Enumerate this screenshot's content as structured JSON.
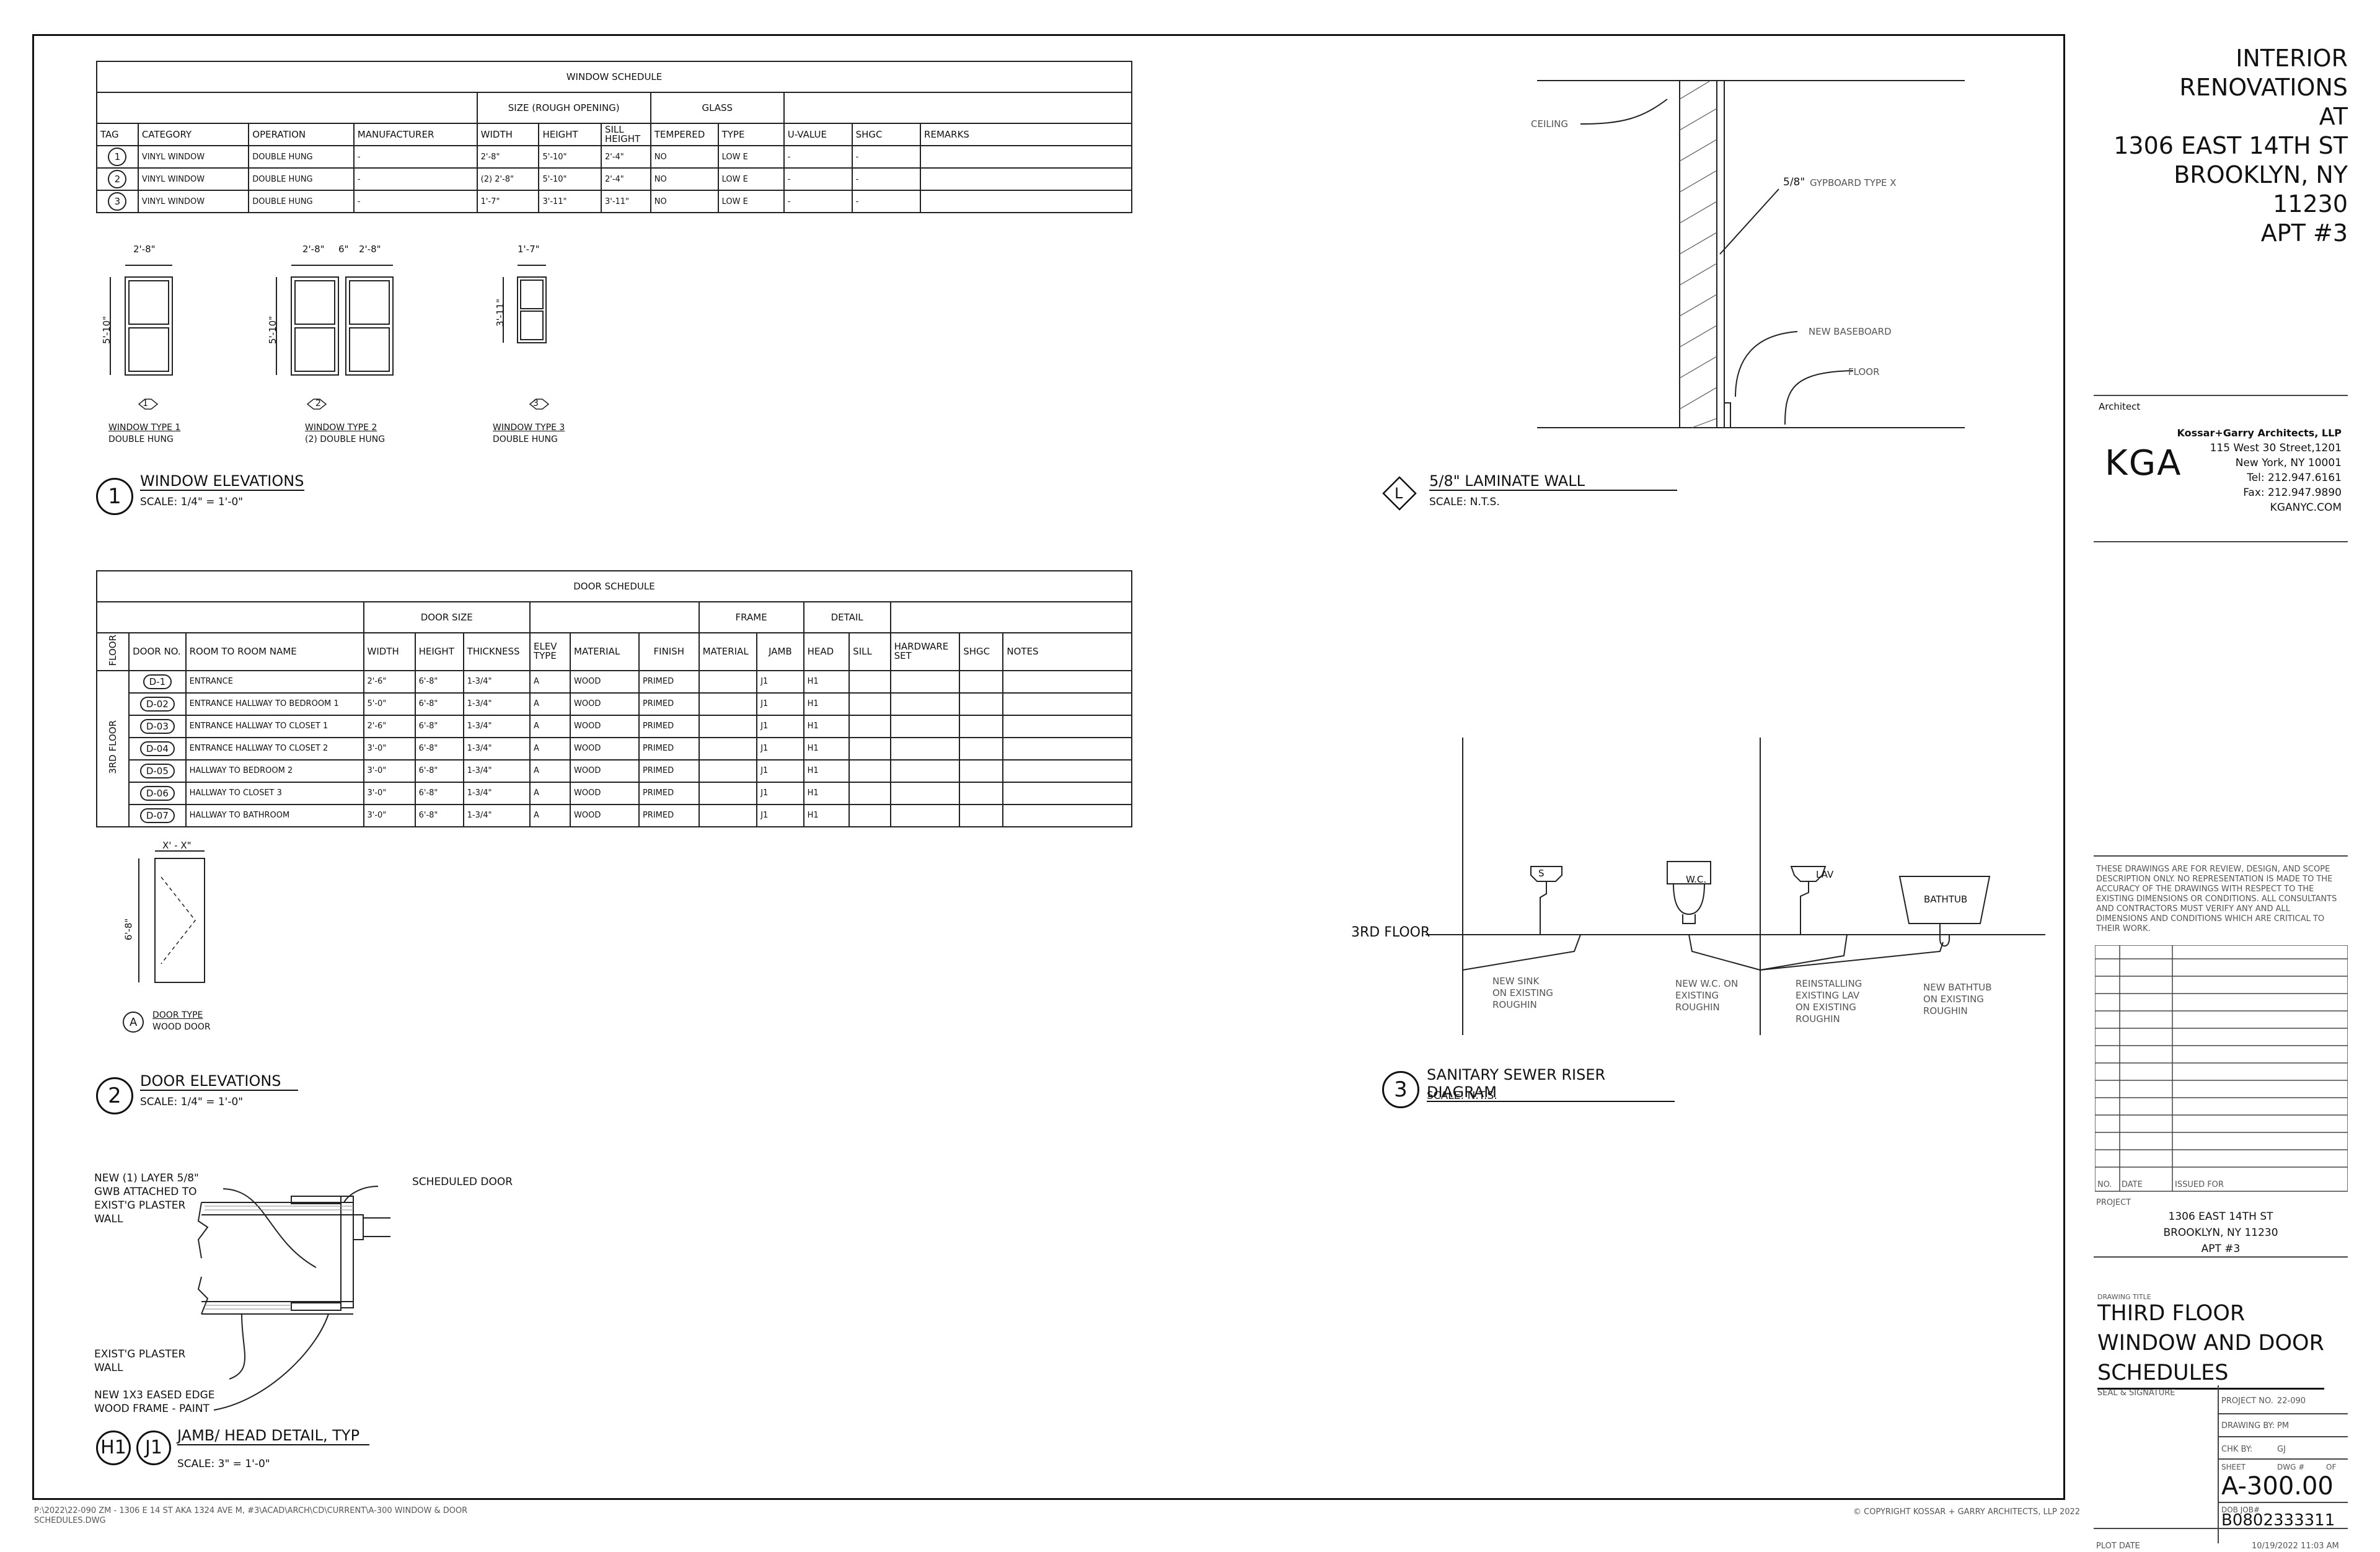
{
  "project_header": [
    "INTERIOR RENOVATIONS",
    "AT",
    "1306 EAST 14TH ST",
    "BROOKLYN, NY 11230",
    "APT #3"
  ],
  "architect": {
    "label": "Architect",
    "logo": "KGA",
    "lines": [
      "Kossar+Garry Architects, LLP",
      "115 West 30 Street,1201",
      "New York, NY  10001",
      "Tel: 212.947.6161",
      "Fax: 212.947.9890",
      "KGANYC.COM"
    ]
  },
  "disclaimer": "THESE DRAWINGS ARE FOR REVIEW, DESIGN, AND SCOPE DESCRIPTION ONLY.  NO REPRESENTATION IS MADE TO THE ACCURACY OF THE DRAWINGS WITH RESPECT TO THE EXISTING DIMENSIONS OR CONDITIONS.  ALL CONSULTANTS AND CONTRACTORS MUST VERIFY ANY AND ALL DIMENSIONS AND CONDITIONS WHICH ARE CRITICAL TO THEIR WORK.",
  "issue_table": {
    "no": "NO.",
    "date": "DATE",
    "issued_for": "ISSUED FOR"
  },
  "project_block": {
    "label": "PROJECT",
    "lines": [
      "1306 EAST 14TH ST",
      "BROOKLYN, NY 11230",
      "APT #3"
    ]
  },
  "drawing_title": {
    "label": "DRAWING TITLE",
    "lines": [
      "THIRD FLOOR",
      "WINDOW AND DOOR",
      "SCHEDULES"
    ]
  },
  "seal_label": "SEAL & SIGNATURE",
  "project_no": {
    "label": "PROJECT NO.",
    "value": "22-090"
  },
  "drawing_by": {
    "label": "DRAWING BY:",
    "value": "PM"
  },
  "chk_by": {
    "label": "CHK BY:",
    "value": "GJ"
  },
  "sheet": {
    "label": "SHEET",
    "dwg": "DWG #",
    "of": "OF",
    "number": "A-300.00"
  },
  "dob": {
    "label": "DOB JOB#",
    "value": "B0802333311"
  },
  "plot": {
    "label": "PLOT DATE",
    "value": "10/19/2022 11:03 AM"
  },
  "footer_path": "P:\\2022\\22-090 ZM - 1306 E 14 ST AKA 1324 AVE M, #3\\ACAD\\ARCH\\CD\\CURRENT\\A-300 WINDOW & DOOR SCHEDULES.DWG",
  "copyright": "© COPYRIGHT KOSSAR + GARRY ARCHITECTS, LLP 2022",
  "window_schedule": {
    "title": "WINDOW SCHEDULE",
    "group_size": "SIZE (ROUGH OPENING)",
    "group_glass": "GLASS",
    "headers": [
      "TAG",
      "CATEGORY",
      "OPERATION",
      "MANUFACTURER",
      "WIDTH",
      "HEIGHT",
      "SILL HEIGHT",
      "TEMPERED",
      "TYPE",
      "U-VALUE",
      "SHGC",
      "REMARKS"
    ],
    "rows": [
      [
        "1",
        "VINYL WINDOW",
        "DOUBLE HUNG",
        "-",
        "2'-8\"",
        "5'-10\"",
        "2'-4\"",
        "NO",
        "LOW E",
        "-",
        "-",
        ""
      ],
      [
        "2",
        "VINYL WINDOW",
        "DOUBLE HUNG",
        "-",
        "(2) 2'-8\"",
        "5'-10\"",
        "2'-4\"",
        "NO",
        "LOW E",
        "-",
        "-",
        ""
      ],
      [
        "3",
        "VINYL WINDOW",
        "DOUBLE HUNG",
        "-",
        "1'-7\"",
        "3'-11\"",
        "3'-11\"",
        "NO",
        "LOW E",
        "-",
        "-",
        ""
      ]
    ]
  },
  "window_elev": {
    "dims": {
      "w1": "2'-8\"",
      "h1": "5'-10\"",
      "w2a": "2'-8\"",
      "w2gap": "6\"",
      "w2b": "2'-8\"",
      "h2": "5'-10\"",
      "w3": "1'-7\"",
      "h3": "3'-11\""
    },
    "tags": [
      "1",
      "2",
      "3"
    ],
    "types": [
      {
        "name": "WINDOW TYPE 1",
        "desc": "DOUBLE HUNG"
      },
      {
        "name": "WINDOW TYPE 2",
        "desc": "(2) DOUBLE HUNG"
      },
      {
        "name": "WINDOW TYPE 3",
        "desc": "DOUBLE HUNG"
      }
    ],
    "num": "1",
    "title": "WINDOW ELEVATIONS",
    "scale": "SCALE: 1/4\" = 1'-0\""
  },
  "door_schedule": {
    "title": "DOOR SCHEDULE",
    "group_size": "DOOR SIZE",
    "group_frame": "FRAME",
    "group_detail": "DETAIL",
    "headers": [
      "FLOOR",
      "DOOR NO.",
      "ROOM TO ROOM NAME",
      "WIDTH",
      "HEIGHT",
      "THICKNESS",
      "ELEV TYPE",
      "MATERIAL",
      "FINISH",
      "MATERIAL",
      "JAMB",
      "HEAD",
      "SILL",
      "HARDWARE SET",
      "SHGC",
      "NOTES"
    ],
    "floor": "3RD FLOOR",
    "rows": [
      [
        "D-1",
        "ENTRANCE",
        "2'-6\"",
        "6'-8\"",
        "1-3/4\"",
        "A",
        "WOOD",
        "PRIMED",
        "",
        "J1",
        "H1",
        "",
        "",
        "",
        ""
      ],
      [
        "D-02",
        "ENTRANCE HALLWAY TO BEDROOM 1",
        "5'-0\"",
        "6'-8\"",
        "1-3/4\"",
        "A",
        "WOOD",
        "PRIMED",
        "",
        "J1",
        "H1",
        "",
        "",
        "",
        ""
      ],
      [
        "D-03",
        "ENTRANCE HALLWAY TO CLOSET 1",
        "2'-6\"",
        "6'-8\"",
        "1-3/4\"",
        "A",
        "WOOD",
        "PRIMED",
        "",
        "J1",
        "H1",
        "",
        "",
        "",
        ""
      ],
      [
        "D-04",
        "ENTRANCE HALLWAY TO CLOSET 2",
        "3'-0\"",
        "6'-8\"",
        "1-3/4\"",
        "A",
        "WOOD",
        "PRIMED",
        "",
        "J1",
        "H1",
        "",
        "",
        "",
        ""
      ],
      [
        "D-05",
        "HALLWAY TO BEDROOM 2",
        "3'-0\"",
        "6'-8\"",
        "1-3/4\"",
        "A",
        "WOOD",
        "PRIMED",
        "",
        "J1",
        "H1",
        "",
        "",
        "",
        ""
      ],
      [
        "D-06",
        "HALLWAY TO CLOSET 3",
        "3'-0\"",
        "6'-8\"",
        "1-3/4\"",
        "A",
        "WOOD",
        "PRIMED",
        "",
        "J1",
        "H1",
        "",
        "",
        "",
        ""
      ],
      [
        "D-07",
        "HALLWAY TO BATHROOM",
        "3'-0\"",
        "6'-8\"",
        "1-3/4\"",
        "A",
        "WOOD",
        "PRIMED",
        "",
        "J1",
        "H1",
        "",
        "",
        "",
        ""
      ]
    ]
  },
  "door_elev": {
    "width": "X' - X\"",
    "height": "6'-8\"",
    "tag": "A",
    "type_name": "DOOR TYPE",
    "type_desc": "WOOD DOOR",
    "num": "2",
    "title": "DOOR ELEVATIONS",
    "scale": "SCALE: 1/4\" = 1'-0\""
  },
  "jamb_detail": {
    "labels": {
      "gwb": [
        "NEW (1) LAYER 5/8\"",
        "GWB ATTACHED TO",
        "EXIST'G PLASTER",
        "WALL"
      ],
      "door": "SCHEDULED DOOR",
      "plaster": [
        "EXIST'G PLASTER",
        "WALL"
      ],
      "frame": [
        "NEW 1X3 EASED EDGE",
        "WOOD FRAME - PAINT"
      ]
    },
    "tag1": "H1",
    "tag2": "J1",
    "title": "JAMB/ HEAD DETAIL, TYP",
    "scale": "SCALE: 3\" = 1'-0\""
  },
  "laminate_wall": {
    "labels": {
      "ceiling": "CEILING",
      "gyp_size": "5/8\"",
      "gyp": "GYPBOARD TYPE X",
      "baseboard": "NEW BASEBOARD",
      "floor": "FLOOR"
    },
    "tag": "L",
    "title": "5/8\" LAMINATE WALL",
    "scale": "SCALE: N.T.S."
  },
  "riser": {
    "floor": "3RD FLOOR",
    "fixtures": {
      "sink": "S",
      "wc": "W.C.",
      "lav": "LAV",
      "tub": "BATHTUB"
    },
    "notes": {
      "sink": [
        "NEW SINK",
        "ON EXISTING",
        "ROUGHIN"
      ],
      "wc": [
        "NEW W.C. ON",
        "EXISTING",
        "ROUGHIN"
      ],
      "lav": [
        "REINSTALLING",
        "EXISTING LAV",
        "ON EXISTING",
        "ROUGHIN"
      ],
      "tub": [
        "NEW BATHTUB",
        "ON EXISTING",
        "ROUGHIN"
      ]
    },
    "num": "3",
    "title": "SANITARY SEWER RISER DIAGRAM",
    "scale": "SCALE: N.T.S."
  }
}
